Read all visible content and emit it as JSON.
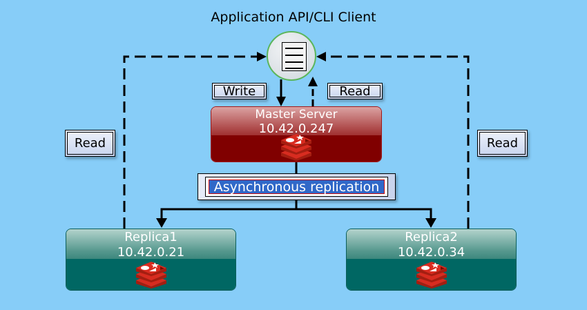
{
  "title": "Application API/CLI Client",
  "client": {
    "icon": "document-icon"
  },
  "master": {
    "name": "Master Server",
    "ip": "10.42.0.247",
    "icon": "redis-logo-icon"
  },
  "replicas": [
    {
      "name": "Replica1",
      "ip": "10.42.0.21",
      "icon": "redis-logo-icon"
    },
    {
      "name": "Replica2",
      "ip": "10.42.0.34",
      "icon": "redis-logo-icon"
    }
  ],
  "edge_labels": {
    "write": "Write",
    "read_master": "Read",
    "read_replica1": "Read",
    "read_replica2": "Read",
    "replication": "Asynchronous replication"
  },
  "colors": {
    "background": "#87cdf8",
    "master_fill": "#800000",
    "replica_fill": "#006763",
    "client_border": "#5bb65b",
    "selection": "#3068c8"
  }
}
